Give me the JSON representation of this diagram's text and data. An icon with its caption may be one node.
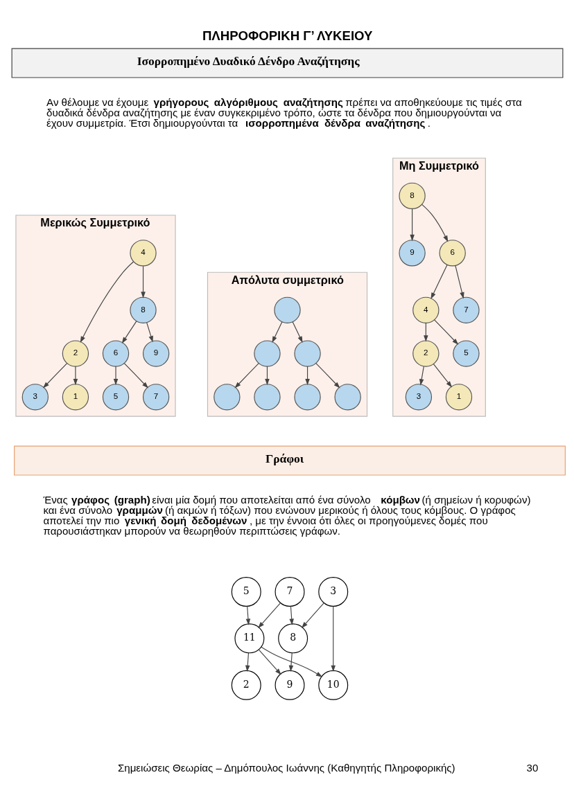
{
  "diagram": {
    "title": "ΠΛΗΡΟΦΟΡΙΚΗ Γ’ ΛΥΚΕΙΟΥ",
    "nodes": [
      {
        "text": [
          "Ισορροπημένο Δυαδικό Δένδρο Αναζήτησης"
        ]
      },
      {
        "text": [
          "Απόλυτα συμμετρικό"
        ]
      },
      {
        "text": [],
        "shape": "circle",
        "in": 1
      },
      {
        "text": [],
        "shape": "circle",
        "in": 1
      },
      {
        "text": [],
        "shape": "circle",
        "in": 1
      },
      {
        "text": [],
        "shape": "circle",
        "in": 1
      },
      {
        "text": [],
        "shape": "circle",
        "in": 1
      },
      {
        "text": [],
        "shape": "circle",
        "in": 1
      },
      {
        "text": [],
        "shape": "circle",
        "in": 1
      },
      {
        "text": [
          "Μερικώς Συμμετρικό"
        ]
      },
      {
        "text": [
          "4"
        ],
        "in": 9
      },
      {
        "text": [
          "2"
        ],
        "in": 9
      },
      {
        "text": [
          "8"
        ],
        "in": 9
      },
      {
        "text": [
          "1"
        ],
        "in": 9
      },
      {
        "text": [
          "3"
        ],
        "in": 9
      },
      {
        "text": [
          "6"
        ],
        "in": 9
      },
      {
        "text": [
          "9"
        ],
        "in": 9
      },
      {
        "text": [
          "5"
        ],
        "in": 9
      },
      {
        "text": [
          "7"
        ],
        "in": 9
      },
      {
        "text": [
          "Μη Συμμετρικό"
        ]
      },
      {
        "text": [
          "8"
        ],
        "in": 19
      },
      {
        "text": [
          "6"
        ],
        "in": 19
      },
      {
        "text": [
          "9"
        ],
        "in": 19
      },
      {
        "text": [
          "4"
        ],
        "in": 19
      },
      {
        "text": [
          "7"
        ],
        "in": 19
      },
      {
        "text": [
          "2"
        ],
        "in": 19
      },
      {
        "text": [
          "5"
        ],
        "in": 19
      },
      {
        "text": [
          "1"
        ],
        "in": 19
      },
      {
        "text": [
          "3"
        ],
        "in": 19
      },
      {
        "text": [
          "Γράφοι"
        ]
      },
      {
        "text": [
          "5"
        ]
      },
      {
        "text": [
          "7"
        ]
      },
      {
        "text": [
          "3"
        ]
      },
      {
        "text": [
          "11"
        ]
      },
      {
        "text": [
          "8"
        ]
      },
      {
        "text": [
          "2"
        ]
      },
      {
        "text": [
          "9"
        ]
      },
      {
        "text": [
          "10"
        ]
      }
    ],
    "edges": [
      {
        "from": 2,
        "to": 3,
        "arrow": "to"
      },
      {
        "from": 2,
        "to": 4,
        "arrow": "to"
      },
      {
        "from": 3,
        "to": 5,
        "arrow": "to"
      },
      {
        "from": 3,
        "to": 6,
        "arrow": "to"
      },
      {
        "from": 4,
        "to": 7,
        "arrow": "to"
      },
      {
        "from": 4,
        "to": 8,
        "arrow": "to"
      },
      {
        "from": 10,
        "to": 11,
        "arrow": "to"
      },
      {
        "from": 10,
        "to": 12,
        "arrow": "to"
      },
      {
        "from": 11,
        "to": 13,
        "arrow": "to"
      },
      {
        "from": 11,
        "to": 14,
        "arrow": "to"
      },
      {
        "from": 12,
        "to": 15,
        "arrow": "to"
      },
      {
        "from": 12,
        "to": 16,
        "arrow": "to"
      },
      {
        "from": 15,
        "to": 17,
        "arrow": "to"
      },
      {
        "from": 15,
        "to": 18,
        "arrow": "to"
      },
      {
        "from": 20,
        "to": 21,
        "arrow": "to"
      },
      {
        "from": 20,
        "to": 22,
        "arrow": "to"
      },
      {
        "from": 21,
        "to": 23,
        "arrow": "to"
      },
      {
        "from": 21,
        "to": 24,
        "arrow": "to"
      },
      {
        "from": 23,
        "to": 25,
        "arrow": "to"
      },
      {
        "from": 23,
        "to": 26,
        "arrow": "to"
      },
      {
        "from": 25,
        "to": 27,
        "arrow": "to"
      },
      {
        "from": 25,
        "to": 28,
        "arrow": "to"
      },
      {
        "from": 30,
        "to": 33,
        "arrow": "to"
      },
      {
        "from": 31,
        "to": 33,
        "arrow": "to"
      },
      {
        "from": 31,
        "to": 34,
        "arrow": "to"
      },
      {
        "from": 32,
        "to": 34,
        "arrow": "to"
      },
      {
        "from": 32,
        "to": 37,
        "arrow": "to"
      },
      {
        "from": 33,
        "to": 35,
        "arrow": "to"
      },
      {
        "from": 33,
        "to": 36,
        "arrow": "to"
      },
      {
        "from": 33,
        "to": 37,
        "arrow": "to"
      },
      {
        "from": 34,
        "to": 36,
        "arrow": "to"
      }
    ],
    "labels": [
      "Αν θέλουμε να έχουμε **γρήγορους αλγόριθμους αναζήτησης** πρέπει να αποθηκεύουμε τις τιμές στα δυαδικά δένδρα αναζήτησης με έναν συγκεκριμένο τρόπο, ώστε τα δένδρα που δημιουργούνται να έχουν συμμετρία. Έτσι δημιουργούνται τα **ισορροπημένα δένδρα αναζήτησης**.",
      "Ένας **γράφος (graph)** είναι μία δομή που αποτελείται από ένα σύνολο **κόμβων** (ή σημείων ή κορυφών) και ένα σύνολο **γραμμών** (ή ακμών ή τόξων) που ενώνουν μερικούς ή όλους τους κόμβους. Ο γράφος αποτελεί την πιο **γενική δομή δεδομένων**, με την έννοια ότι όλες οι προηγούμενες δομές που παρουσιάστηκαν μπορούν να θεωρηθούν περιπτώσεις γράφων.",
      "Σημειώσεις Θεωρίας – Δημόπουλος Ιωάννης (Καθηγητής Πληροφορικής)",
      "30"
    ]
  }
}
